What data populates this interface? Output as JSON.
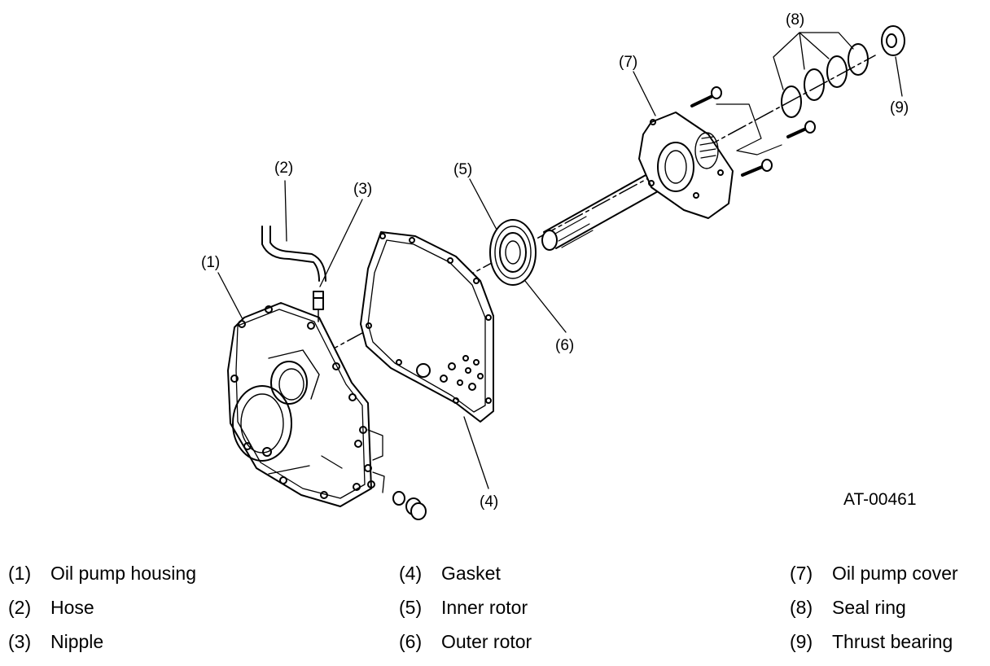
{
  "figure_id": "AT-00461",
  "callouts": [
    "(1)",
    "(2)",
    "(3)",
    "(4)",
    "(5)",
    "(6)",
    "(7)",
    "(8)",
    "(9)"
  ],
  "legend": [
    {
      "num": "(1)",
      "label": "Oil pump housing"
    },
    {
      "num": "(2)",
      "label": "Hose"
    },
    {
      "num": "(3)",
      "label": "Nipple"
    },
    {
      "num": "(4)",
      "label": "Gasket"
    },
    {
      "num": "(5)",
      "label": "Inner rotor"
    },
    {
      "num": "(6)",
      "label": "Outer rotor"
    },
    {
      "num": "(7)",
      "label": "Oil pump cover"
    },
    {
      "num": "(8)",
      "label": "Seal ring"
    },
    {
      "num": "(9)",
      "label": "Thrust bearing"
    }
  ]
}
